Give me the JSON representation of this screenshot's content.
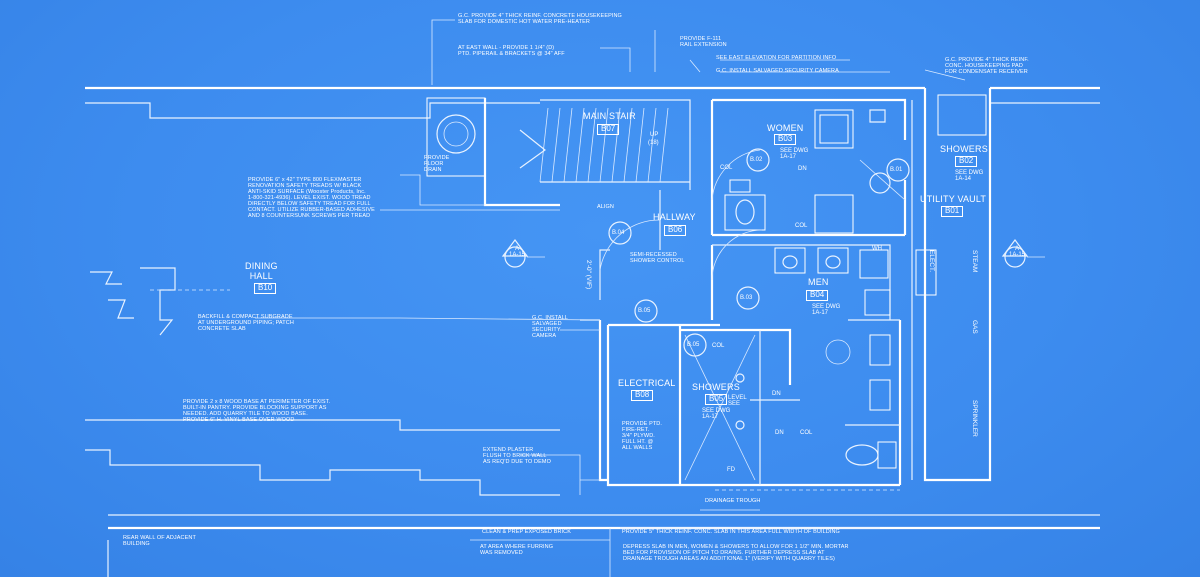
{
  "rooms": {
    "main_stair": {
      "name": "MAIN STAIR",
      "tag": "B07"
    },
    "women": {
      "name": "WOMEN",
      "tag": "B03",
      "ref": "SEE DWG\n1A-17"
    },
    "showers_b02": {
      "name": "SHOWERS",
      "tag": "B02",
      "ref": "SEE DWG\n1A-14"
    },
    "utility": {
      "name": "UTILITY VAULT",
      "tag": "B01"
    },
    "hallway": {
      "name": "HALLWAY",
      "tag": "B06"
    },
    "dining": {
      "name": "DINING\nHALL",
      "tag": "B10"
    },
    "men": {
      "name": "MEN",
      "tag": "B04",
      "ref": "SEE DWG\n1A-17"
    },
    "electrical": {
      "name": "ELECTRICAL",
      "tag": "B08"
    },
    "showers_b05": {
      "name": "SHOWERS",
      "tag": "B05",
      "ref": "SEE DWG\n1A-17"
    }
  },
  "notes": {
    "housekeeping_top": "G.C. PROVIDE 4\" THICK REINF. CONCRETE HOUSEKEEPING\nSLAB FOR DOMESTIC HOT WATER PRE-HEATER",
    "east_wall": "AT EAST WALL - PROVIDE 1 1/4\" (D)\nPTD. PIPERAIL & BRACKETS @ 34\" AFF",
    "rail_ext": "PROVIDE F-111\nRAIL EXTENSION",
    "see_east": "SEE EAST ELEVATION FOR PARTITION INFO",
    "camera_top": "G.C. INSTALL SALVAGED SECURITY CAMERA",
    "housekeeping_right": "G.C. PROVIDE 4\" THICK REINF.\nCONC. HOUSEKEEPING PAD\nFOR CONDENSATE RECEIVER",
    "floor_drain": "PROVIDE\nFLOOR\nDRAIN",
    "stair_tread": "PROVIDE 6\" x 42\" TYPE 800 FLEXMASTER\nRENOVATION SAFETY TREADS W/ BLACK\nANTI-SKID SURFACE (Wooster Products, Inc.\n1-800-321-4936). LEVEL EXIST. WOOD TREAD\nDIRECTLY BELOW SAFETY TREAD FOR FULL\nCONTACT. UTILIZE RUBBER-BASED ADHESIVE\nAND 8 COUNTERSUNK SCREWS PER TREAD",
    "align": "ALIGN",
    "shower_control": "SEMI-RECESSED\nSHOWER CONTROL",
    "backfill": "BACKFILL & COMPACT SUBGRADE\nAT UNDERGROUND PIPING; PATCH\nCONCRETE SLAB",
    "camera_mid": "G.C. INSTALL\nSALVAGED\nSECURITY\nCAMERA",
    "wood_base": "PROVIDE 2 x 8 WOOD BASE AT PERIMETER OF EXIST.\nBUILT-IN PANTRY. PROVIDE BLOCKING SUPPORT AS\nNEEDED. ADD QUARRY TILE TO WOOD BASE.\nPROVIDE 6\" H. VINYL BASE OVER WOOD",
    "plaster": "EXTEND PLASTER\nFLUSH TO BRICK WALL\nAS REQ'D DUE TO DEMO",
    "plywood": "PROVIDE PTD.\nFIRE-RET.\n3/4\" PLYWD.\nFULL HT. @\nALL WALLS",
    "drainage": "DRAINAGE TROUGH",
    "rear_wall": "REAR WALL OF ADJACENT\nBUILDING",
    "clean_brick": "CLEAN & PREP EXPOSED BRICK",
    "furring": "AT AREA WHERE FURRING\nWAS REMOVED",
    "thick_slab": "PROVIDE 5\" THICK REINF. CONC. SLAB IN THIS AREA FULL WIDTH OF BUILDING",
    "depress": "DEPRESS SLAB IN MEN, WOMEN & SHOWERS TO ALLOW FOR 1 1/2\" MIN. MORTAR\nBED FOR PROVISION OF PITCH TO DRAINS. FURTHER DEPRESS SLAB AT\nDRAINAGE TROUGH AREAS AN ADDITIONAL 1\" (VERIFY WITH QUARRY TILES)"
  },
  "labels": {
    "elect": "ELECT.",
    "steam": "STEAM",
    "gas": "GAS",
    "sprinkler": "SPRINKLER",
    "col": "COL",
    "dn": "DN",
    "up": "UP",
    "up_count": "(18)",
    "wh": "WH",
    "vif": "2'-0\" (VIF)",
    "ff": "FD",
    "level": "LEVEL\nSEE",
    "sections": [
      "A\n1A-15",
      "A\n1A-15"
    ],
    "tags": [
      "B.02",
      "B.04",
      "B.03",
      "B.01",
      "B.05",
      "B.05"
    ]
  }
}
